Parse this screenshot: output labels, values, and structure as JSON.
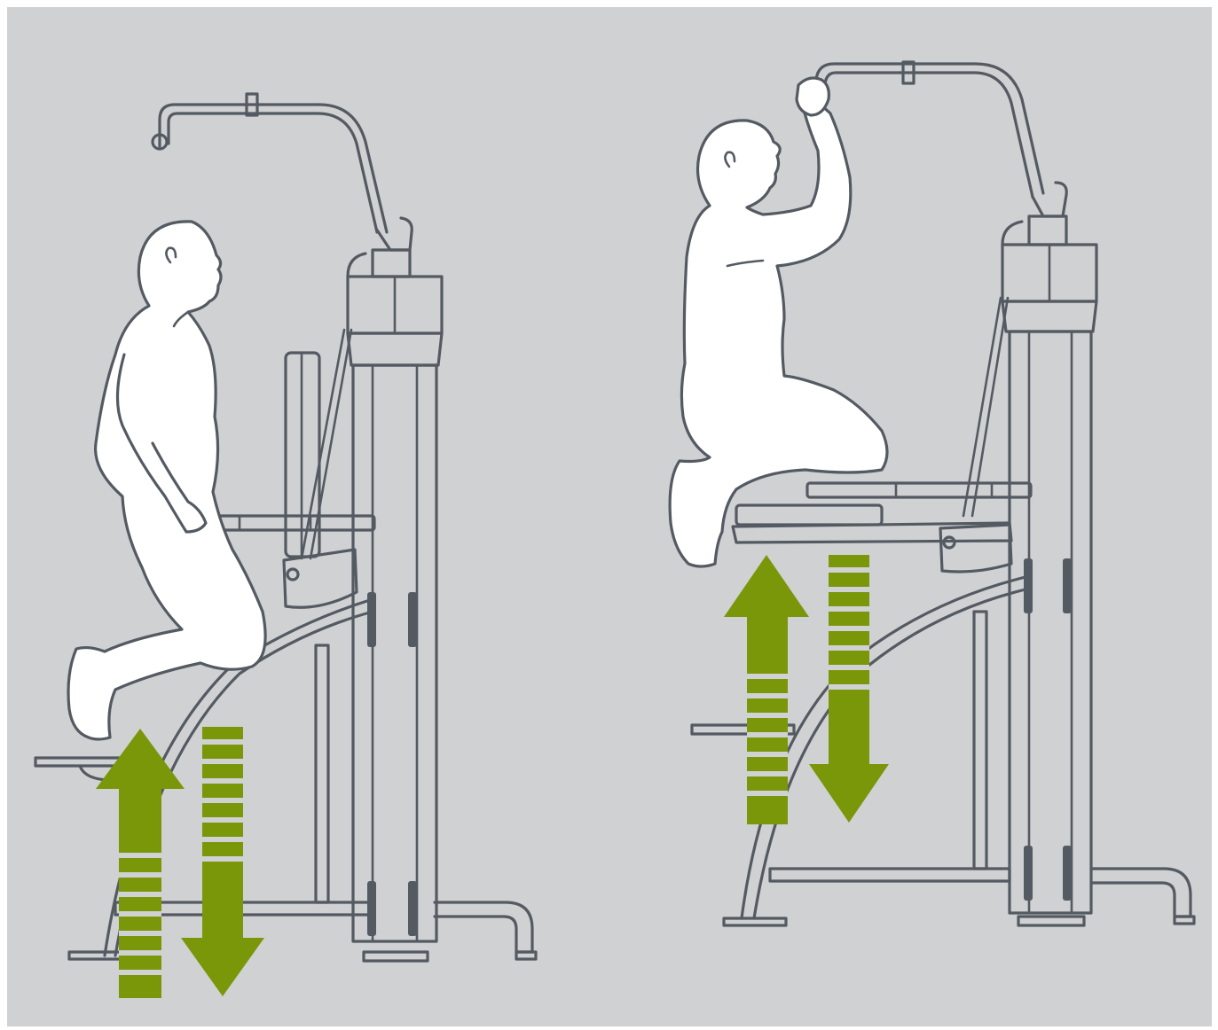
{
  "colors": {
    "background": "#d0d1d3",
    "page": "#ffffff",
    "line": "#545a62",
    "figure_fill": "#ffffff",
    "arrow": "#7a9609"
  },
  "scenes": [
    {
      "id": "start-position",
      "pose": "standing-on-platform",
      "arrows": [
        "up",
        "down"
      ]
    },
    {
      "id": "end-position",
      "pose": "kneeling-on-pad-pulling-handle",
      "arrows": [
        "up",
        "down"
      ]
    }
  ]
}
